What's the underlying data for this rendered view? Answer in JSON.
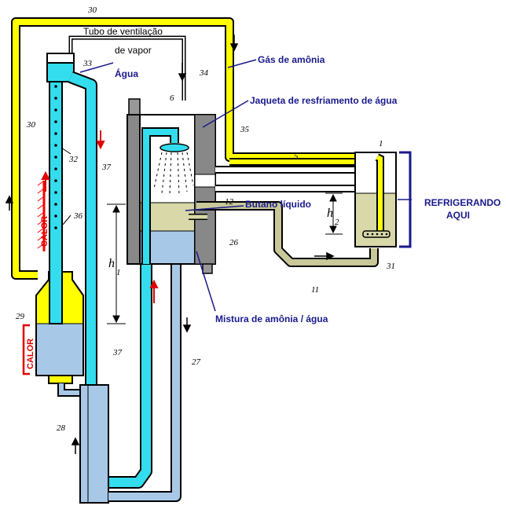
{
  "labels": {
    "tube_title": "Tubo de ventilação",
    "tube_sub": "de vapor",
    "ammonia_gas": "Gás de amônia",
    "water": "Água",
    "water_jacket": "Jaqueta de resfriamento de água",
    "butane": "Butano líquido",
    "mixture": "Mistura de amônia / água",
    "refrig1": "REFRIGERANDO",
    "refrig2": "AQUI",
    "calor": "CALOR"
  },
  "numbers": {
    "n30a": "30",
    "n30b": "30",
    "n33": "33",
    "n34": "34",
    "n6": "6",
    "n35": "35",
    "n5": "5",
    "n1": "1",
    "n32": "32",
    "n37a": "37",
    "n37b": "37",
    "n36": "36",
    "n12": "12",
    "n26": "26",
    "n31": "31",
    "n11": "11",
    "n29": "29",
    "n27": "27",
    "n28": "28",
    "h1": "h",
    "h1sub": "1",
    "h2": "h",
    "h2sub": "2"
  },
  "colors": {
    "ammonia_gas": "#ffff00",
    "water": "#33ddee",
    "butane": "#d8d8a8",
    "mixture": "#a8c8e8",
    "label_blue": "#1a1a8c",
    "heat_red": "#e00000"
  }
}
